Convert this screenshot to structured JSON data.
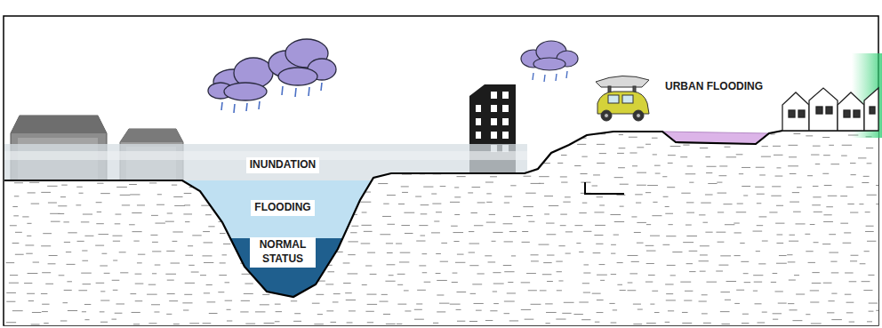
{
  "diagram": {
    "labels": [
      "INUNDATION",
      "FLOODING",
      "NORMAL STATUS",
      "URBAN FLOODING"
    ]
  }
}
